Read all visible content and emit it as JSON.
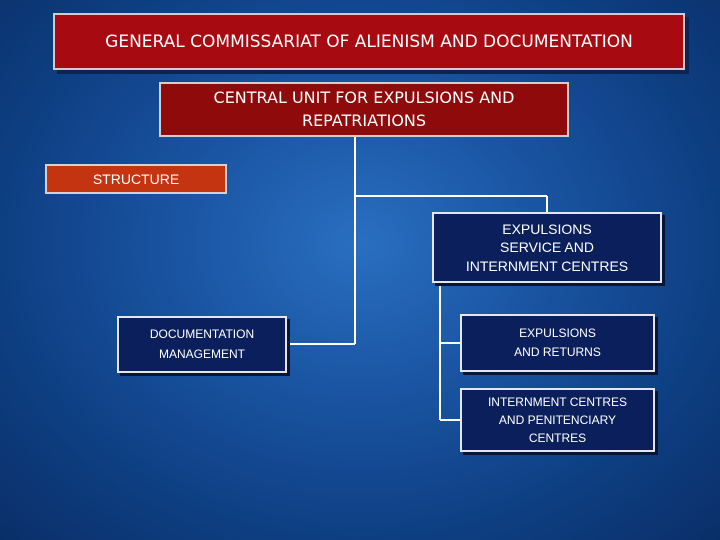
{
  "title": {
    "line1": "GENERAL COMMISSARIAT OF ALIENISM AND DOCUMENTATION"
  },
  "central_unit": {
    "line1": "CENTRAL UNIT FOR EXPULSIONS AND",
    "line2": "REPATRIATIONS"
  },
  "structure": {
    "label": "STRUCTURE"
  },
  "expulsions_service": {
    "line1": "EXPULSIONS",
    "line2": "SERVICE AND",
    "line3": "INTERNMENT CENTRES"
  },
  "documentation": {
    "line1": "DOCUMENTATION",
    "line2": "MANAGEMENT"
  },
  "expulsions_returns": {
    "line1": "EXPULSIONS",
    "line2": "AND RETURNS"
  },
  "internment": {
    "line1": "INTERNMENT CENTRES",
    "line2": "AND PENITENCIARY",
    "line3": "CENTRES"
  },
  "colors": {
    "background": "#1a55a3",
    "title_red": "#a80a12",
    "structure_orange": "#c43410",
    "node_navy": "#0b1f5c",
    "connector": "#ffffff"
  }
}
